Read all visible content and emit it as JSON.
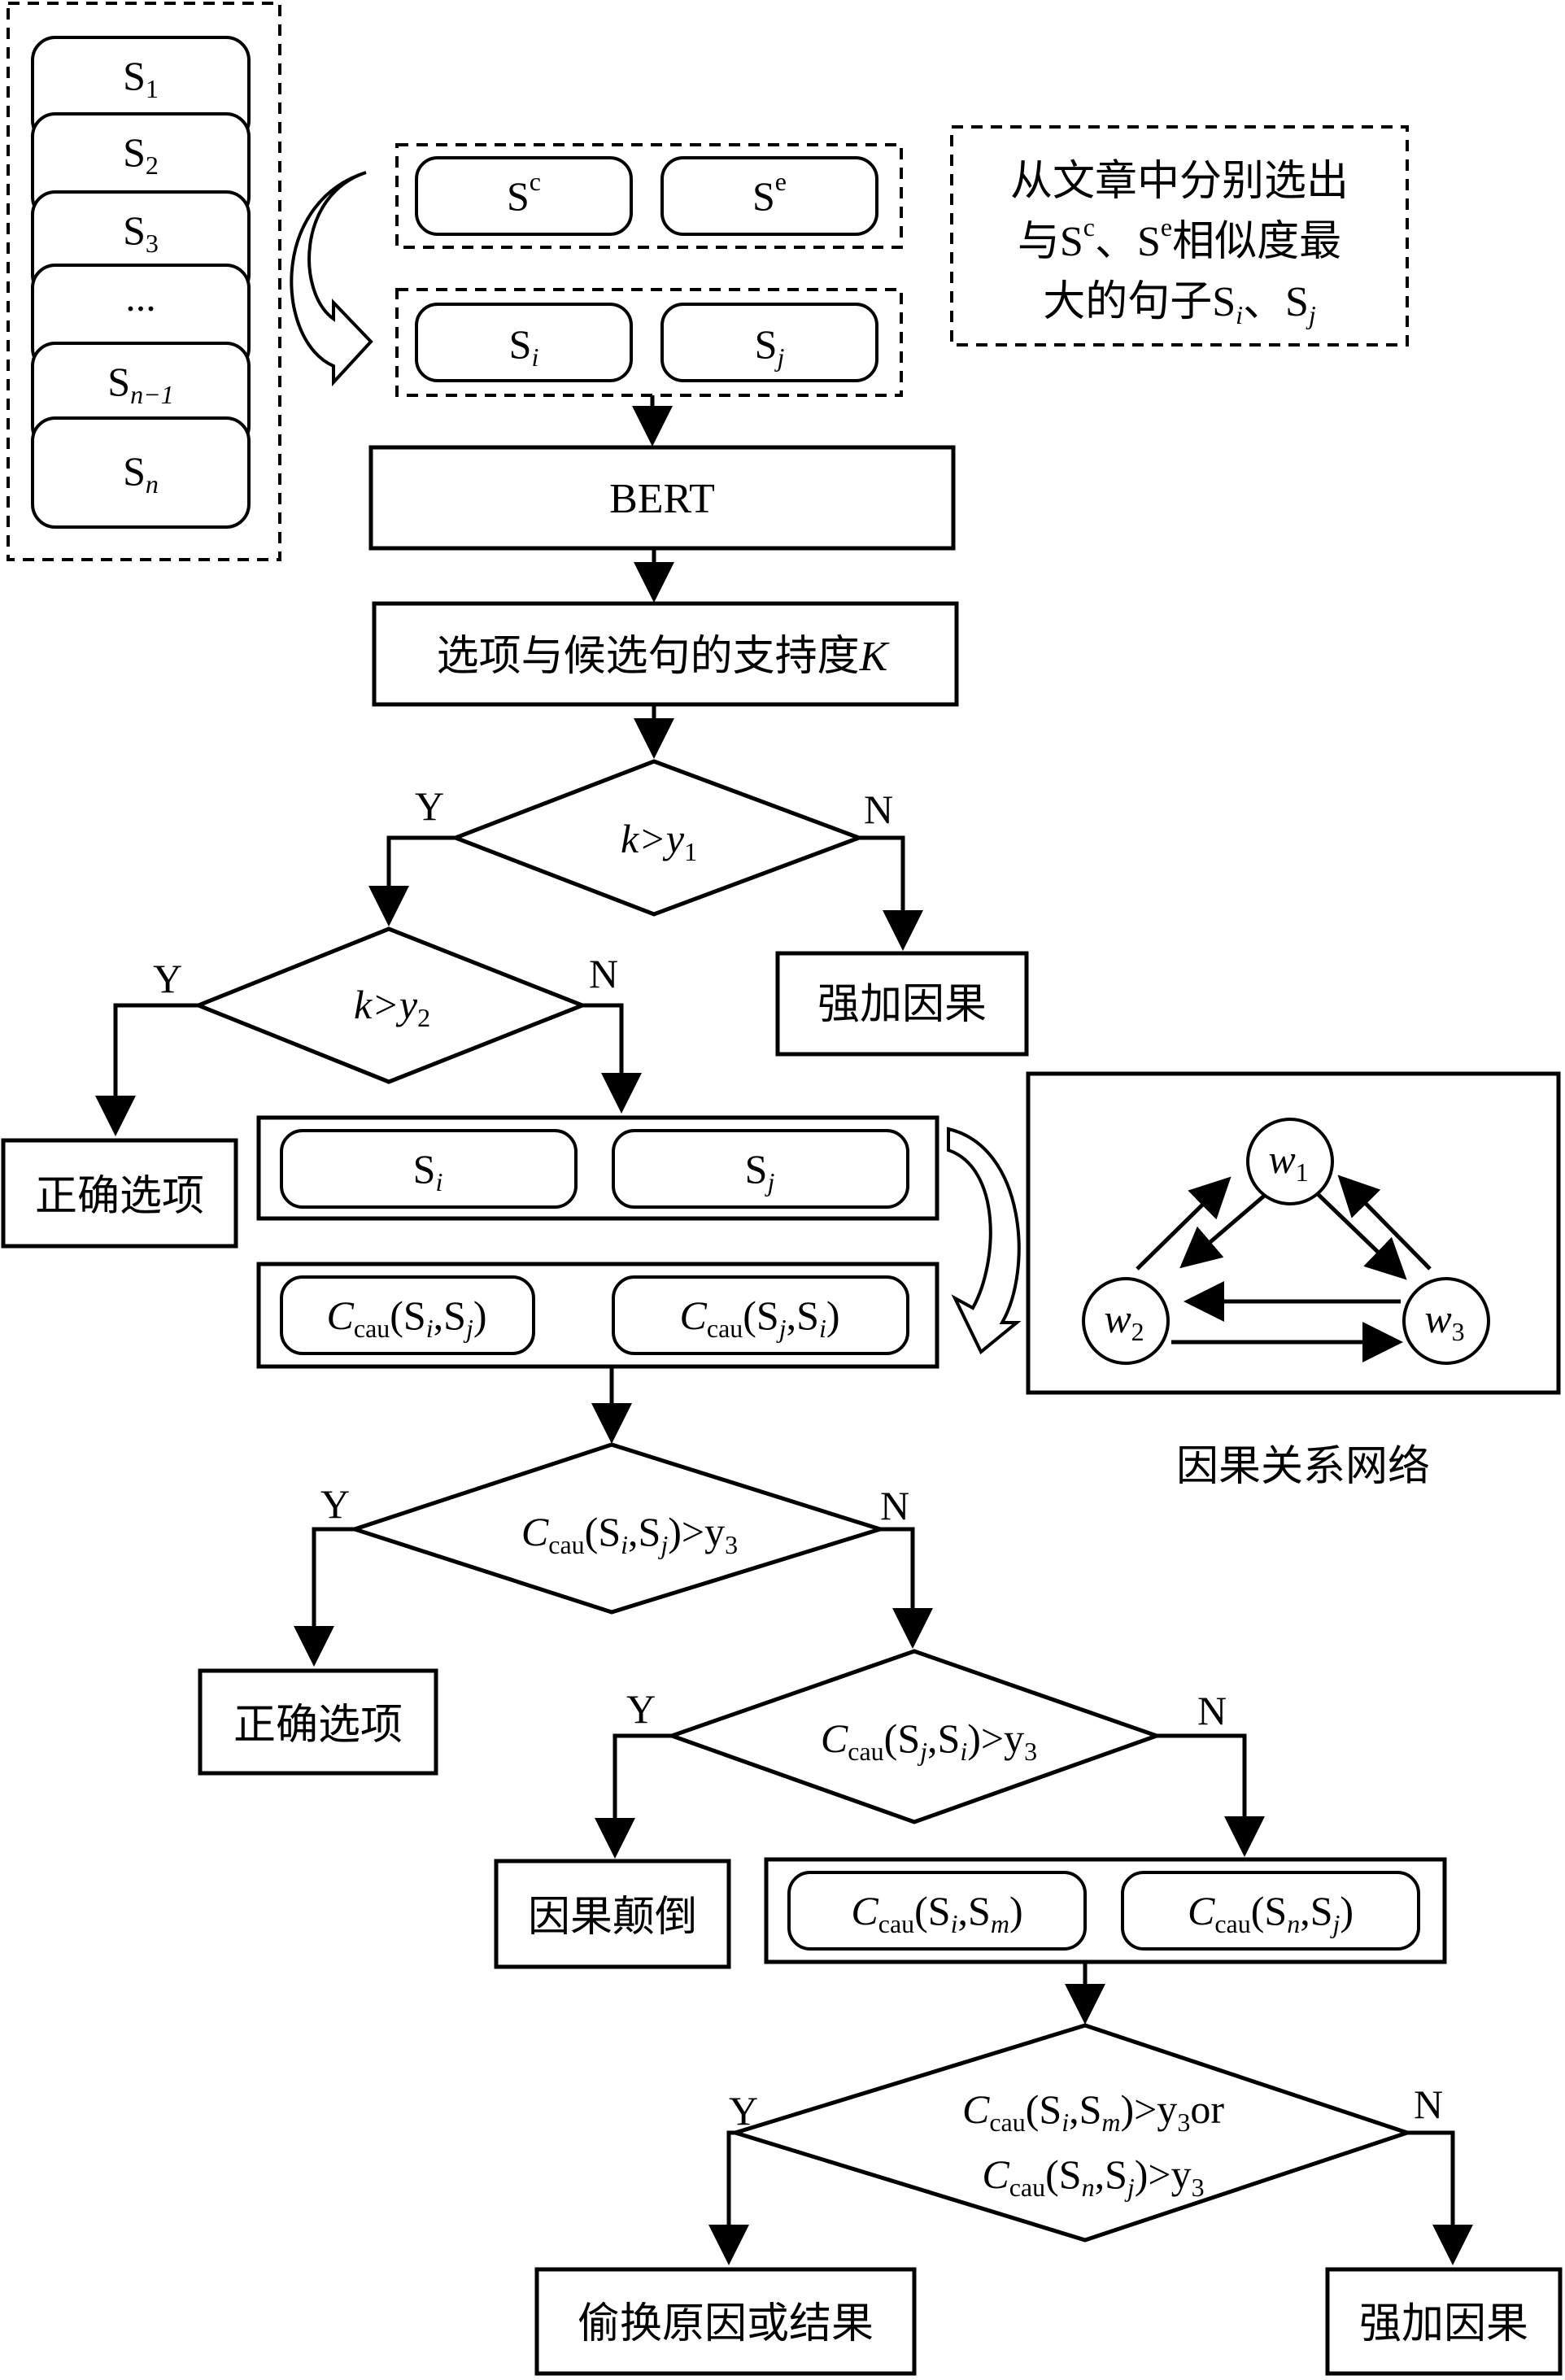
{
  "sentences": {
    "s1": "S",
    "s1_sub": "1",
    "s2": "S",
    "s2_sub": "2",
    "s3": "S",
    "s3_sub": "3",
    "ellipsis": "...",
    "sn1": "S",
    "sn1_sub": "n−1",
    "sn": "S",
    "sn_sub": "n"
  },
  "options": {
    "sc": "S",
    "sc_sup": "c",
    "se": "S",
    "se_sup": "e",
    "si": "S",
    "si_sub": "i",
    "sj": "S",
    "sj_sub": "j"
  },
  "note": {
    "line1": "从文章中分别选出",
    "line2a": "与S",
    "line2b": "c",
    "line2c": "、S",
    "line2d": "e",
    "line2e": "相似度最",
    "line3a": "大的句子S",
    "line3b": "i",
    "line3c": "、S",
    "line3d": "j"
  },
  "flow": {
    "bert": "BERT",
    "support": "选项与候选句的支持度",
    "support_k": "K",
    "d1": "k>y",
    "d1_sub": "1",
    "d2": "k>y",
    "d2_sub": "2",
    "d3_pre": "C",
    "d3_cau": "cau",
    "d3_mid": "(S",
    "d3_i": "i",
    "d3_c": ",S",
    "d3_j": "j",
    "d3_end": ")>y",
    "d3_sub": "3",
    "d4_pre": "C",
    "d4_cau": "cau",
    "d4_mid": "(S",
    "d4_j": "j",
    "d4_c": ",S",
    "d4_i": "i",
    "d4_end": ")>y",
    "d4_sub": "3",
    "d5_l1a": "C",
    "d5_l1b": "cau",
    "d5_l1c": "(S",
    "d5_l1d": "i",
    "d5_l1e": ",S",
    "d5_l1f": "m",
    "d5_l1g": ")>y",
    "d5_l1h": "3",
    "d5_l1i": "or",
    "d5_l2a": "C",
    "d5_l2b": "cau",
    "d5_l2c": "(S",
    "d5_l2d": "n",
    "d5_l2e": ",S",
    "d5_l2f": "j",
    "d5_l2g": ")>y",
    "d5_l2h": "3",
    "yes": "Y",
    "no": "N",
    "strengthen": "强加因果",
    "correct": "正确选项",
    "reversed": "因果颠倒",
    "swap": "偷换原因或结果",
    "cau_a1": "C",
    "cau_a2": "cau",
    "cau_a3": "(S",
    "cau_a4": "i",
    "cau_a5": ",S",
    "cau_a6": "j",
    "cau_a7": ")",
    "cau_b1": "C",
    "cau_b2": "cau",
    "cau_b3": "(S",
    "cau_b4": "j",
    "cau_b5": ",S",
    "cau_b6": "i",
    "cau_b7": ")",
    "cau_c1": "C",
    "cau_c2": "cau",
    "cau_c3": "(S",
    "cau_c4": "i",
    "cau_c5": ",S",
    "cau_c6": "m",
    "cau_c7": ")",
    "cau_d1": "C",
    "cau_d2": "cau",
    "cau_d3": "(S",
    "cau_d4": "n",
    "cau_d5": ",S",
    "cau_d6": "j",
    "cau_d7": ")"
  },
  "network": {
    "caption": "因果关系网络",
    "w1": "w",
    "w1_sub": "1",
    "w2": "w",
    "w2_sub": "2",
    "w3": "w",
    "w3_sub": "3"
  }
}
